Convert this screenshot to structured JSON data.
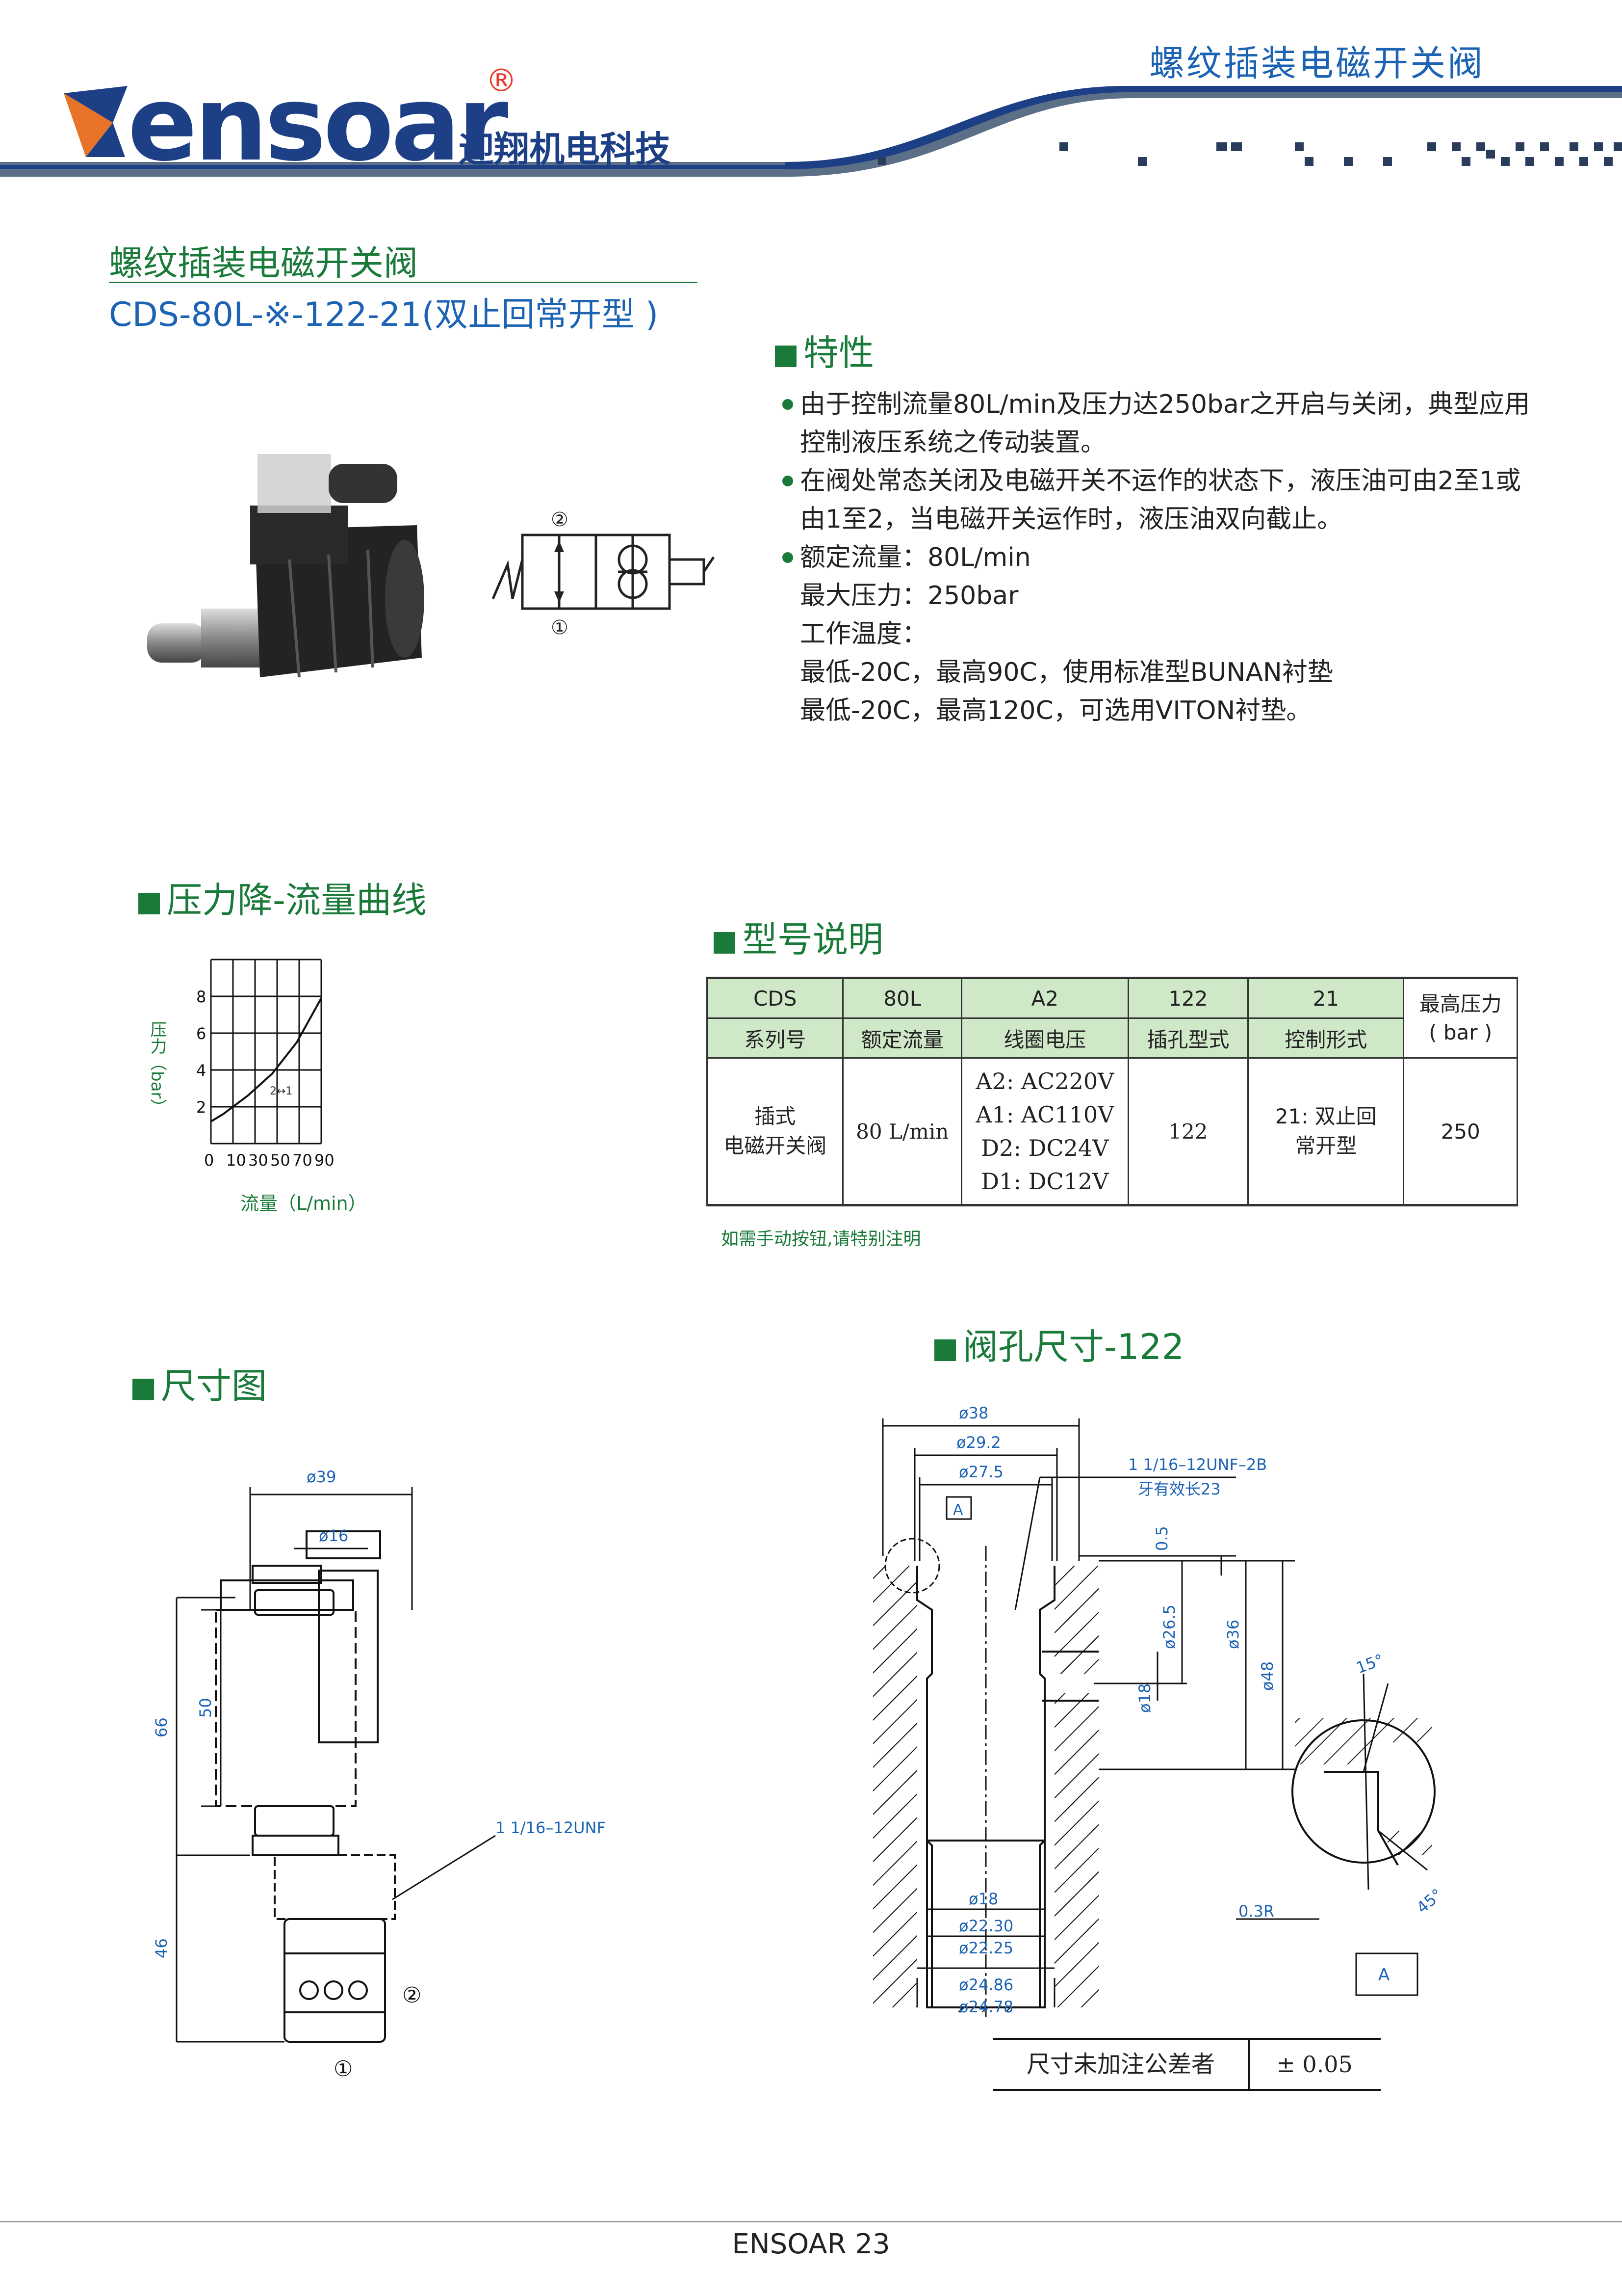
{
  "header": {
    "top_title": "螺纹插装电磁开关阀",
    "brand_latin": "ensoar",
    "brand_cn": "迎翔机电科技",
    "registered": "®"
  },
  "product": {
    "title": "螺纹插装电磁开关阀",
    "model": "CDS-80L-※-122-21(双止回常开型 )"
  },
  "features": {
    "heading": "特性",
    "lines": [
      "由于控制流量80L/min及压力达250bar之开启与关闭，典型应用",
      "控制液压系统之传动装置。",
      "在阀处常态关闭及电磁开关不运作的状态下，液压油可由2至1或",
      "由1至2，当电磁开关运作时，液压油双向截止。",
      "额定流量：80L/min",
      "最大压力：250bar",
      "工作温度：",
      "最低-20C，最高90C，使用标准型BUNAN衬垫",
      "最低-20C，最高120C，可选用VITON衬垫。"
    ]
  },
  "symbol": {
    "port2": "②",
    "port1": "①"
  },
  "curve": {
    "heading": "压力降-流量曲线",
    "curve_label": "2↔1"
  },
  "chart_data": {
    "type": "line",
    "title": "压力降-流量曲线",
    "xlabel": "流量（L/min）",
    "ylabel": "压力（bar）",
    "x_ticks": [
      0,
      10,
      30,
      50,
      70,
      90
    ],
    "y_ticks": [
      2,
      4,
      6,
      8
    ],
    "xlim": [
      0,
      90
    ],
    "ylim": [
      0,
      10
    ],
    "grid": true,
    "series": [
      {
        "name": "2↔1",
        "x": [
          0,
          10,
          30,
          50,
          70,
          90
        ],
        "y": [
          1.2,
          1.6,
          2.6,
          3.8,
          5.5,
          7.9
        ]
      }
    ]
  },
  "model_table": {
    "heading": "型号说明",
    "codes": [
      "CDS",
      "80L",
      "A2",
      "122",
      "21"
    ],
    "labels": [
      "系列号",
      "额定流量",
      "线圈电压",
      "插孔型式",
      "控制形式"
    ],
    "max_pressure_label_1": "最高压力",
    "max_pressure_label_2": "( bar )",
    "row": {
      "type_1": "插式",
      "type_2": "电磁开关阀",
      "flow": "80 L/min",
      "voltages": [
        "A2:  AC220V",
        "A1:  AC110V",
        "D2:  DC24V",
        "D1:  DC12V"
      ],
      "cavity": "122",
      "control_1": "21: 双止回",
      "control_2": "常开型",
      "pressure": "250"
    },
    "note": "如需手动按钮,请特别注明"
  },
  "dimensions": {
    "heading": "尺寸图",
    "d39": "ø39",
    "d16": "ø16",
    "h66": "66",
    "h50": "50",
    "h46": "46",
    "thread": "1 1/16–12UNF",
    "port2": "②",
    "port1": "①"
  },
  "cavity": {
    "heading": "阀孔尺寸-122",
    "d38": "ø38",
    "d29_2": "ø29.2",
    "d27_5": "ø27.5",
    "thread": "1 1/16–12UNF–2B",
    "thread_len": "牙有效长23",
    "a_label": "A",
    "v0_5": "0.5",
    "v26_5": "ø26.5",
    "v36": "ø36",
    "v48": "ø48",
    "v18_side": "ø18",
    "d18": "ø18",
    "d22_30": "ø22.30",
    "d22_25": "ø22.25",
    "d24_86": "ø24.86",
    "d24_78": "ø24.78",
    "angle15": "15°",
    "angle45": "45°",
    "r03": "0.3R",
    "detail_label": "A",
    "tol_label": "尺寸未加注公差者",
    "tol_value": "± 0.05"
  },
  "footer": {
    "text": "ENSOAR  23"
  }
}
